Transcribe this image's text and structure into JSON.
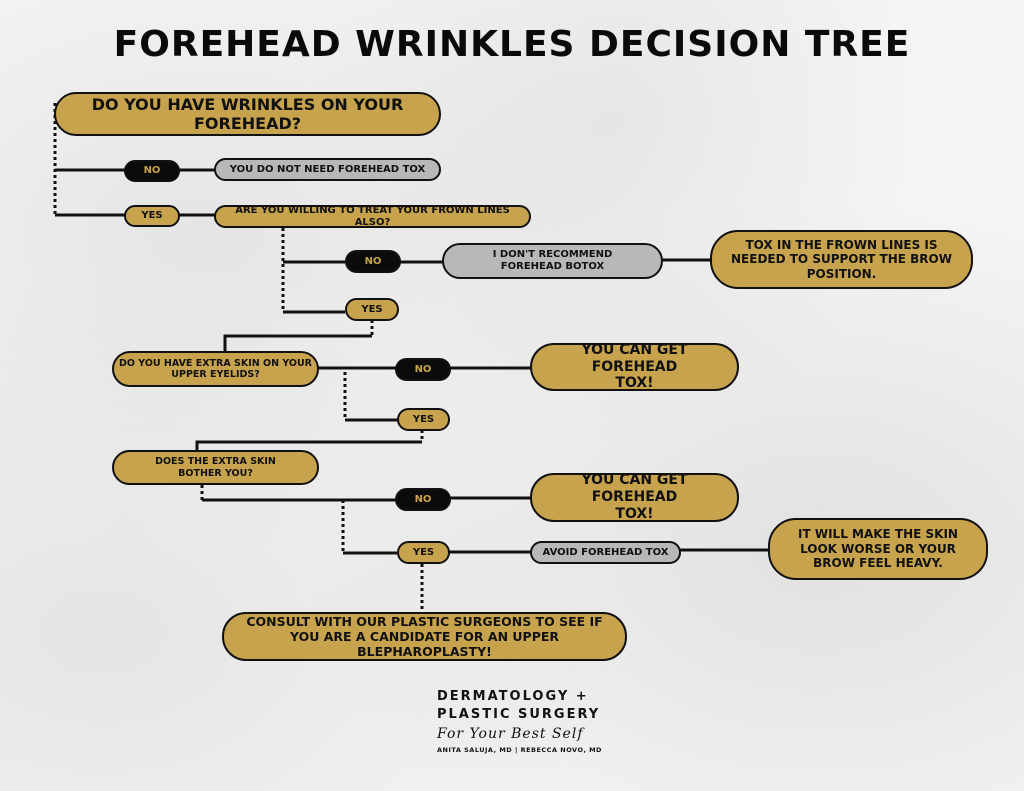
{
  "title": "FOREHEAD WRINKLES DECISION TREE",
  "nodes": {
    "q1": "DO YOU HAVE WRINKLES ON YOUR FOREHEAD?",
    "q1_no": "NO",
    "q1_no_result": "YOU DO NOT NEED FOREHEAD TOX",
    "q1_yes": "YES",
    "q2": "ARE YOU WILLING TO TREAT YOUR FROWN LINES ALSO?",
    "q2_no": "NO",
    "q2_no_result": "I DON'T RECOMMEND FOREHEAD BOTOX",
    "q2_no_reason": "TOX IN THE FROWN LINES IS NEEDED TO SUPPORT THE BROW POSITION.",
    "q2_yes": "YES",
    "q3": "DO YOU HAVE EXTRA SKIN ON YOUR UPPER EYELIDS?",
    "q3_no": "NO",
    "q3_no_result": "YOU CAN GET FOREHEAD TOX!",
    "q3_yes": "YES",
    "q4": "DOES THE EXTRA SKIN BOTHER YOU?",
    "q4_no": "NO",
    "q4_no_result": "YOU CAN GET FOREHEAD TOX!",
    "q4_yes": "YES",
    "q4_yes_result": "AVOID FOREHEAD TOX",
    "q4_yes_reason": "IT WILL MAKE THE SKIN LOOK WORSE OR YOUR BROW FEEL HEAVY.",
    "consult": "CONSULT WITH OUR PLASTIC SURGEONS TO SEE IF YOU ARE A CANDIDATE FOR AN UPPER BLEPHAROPLASTY!"
  },
  "logo": {
    "line1": "DERMATOLOGY +",
    "line2": "PLASTIC SURGERY",
    "tagline": "For Your Best Self",
    "doctors": "ANITA SALUJA, MD | REBECCA NOVO, MD"
  },
  "colors": {
    "gold": "#c8a34e",
    "gray": "#b8b8b8",
    "black": "#0b0b0b"
  }
}
